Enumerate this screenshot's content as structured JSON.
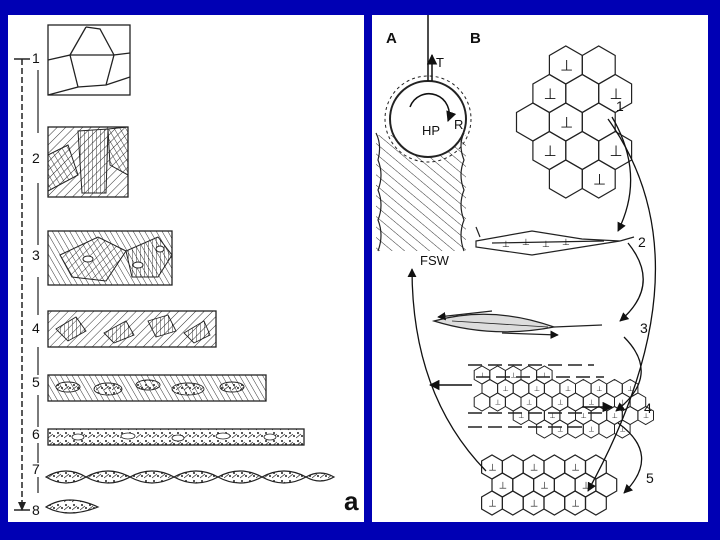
{
  "left": {
    "stages": [
      "1",
      "2",
      "3",
      "4",
      "5",
      "6",
      "7",
      "8"
    ],
    "panel_label": "a"
  },
  "right": {
    "label_a": "A",
    "label_b": "B",
    "tool_labels": {
      "t": "T",
      "r": "R",
      "hp": "HP",
      "fsw": "FSW"
    },
    "stage_numbers": [
      "1",
      "2",
      "3",
      "4",
      "5"
    ],
    "dislocation_symbol": "⊥"
  }
}
